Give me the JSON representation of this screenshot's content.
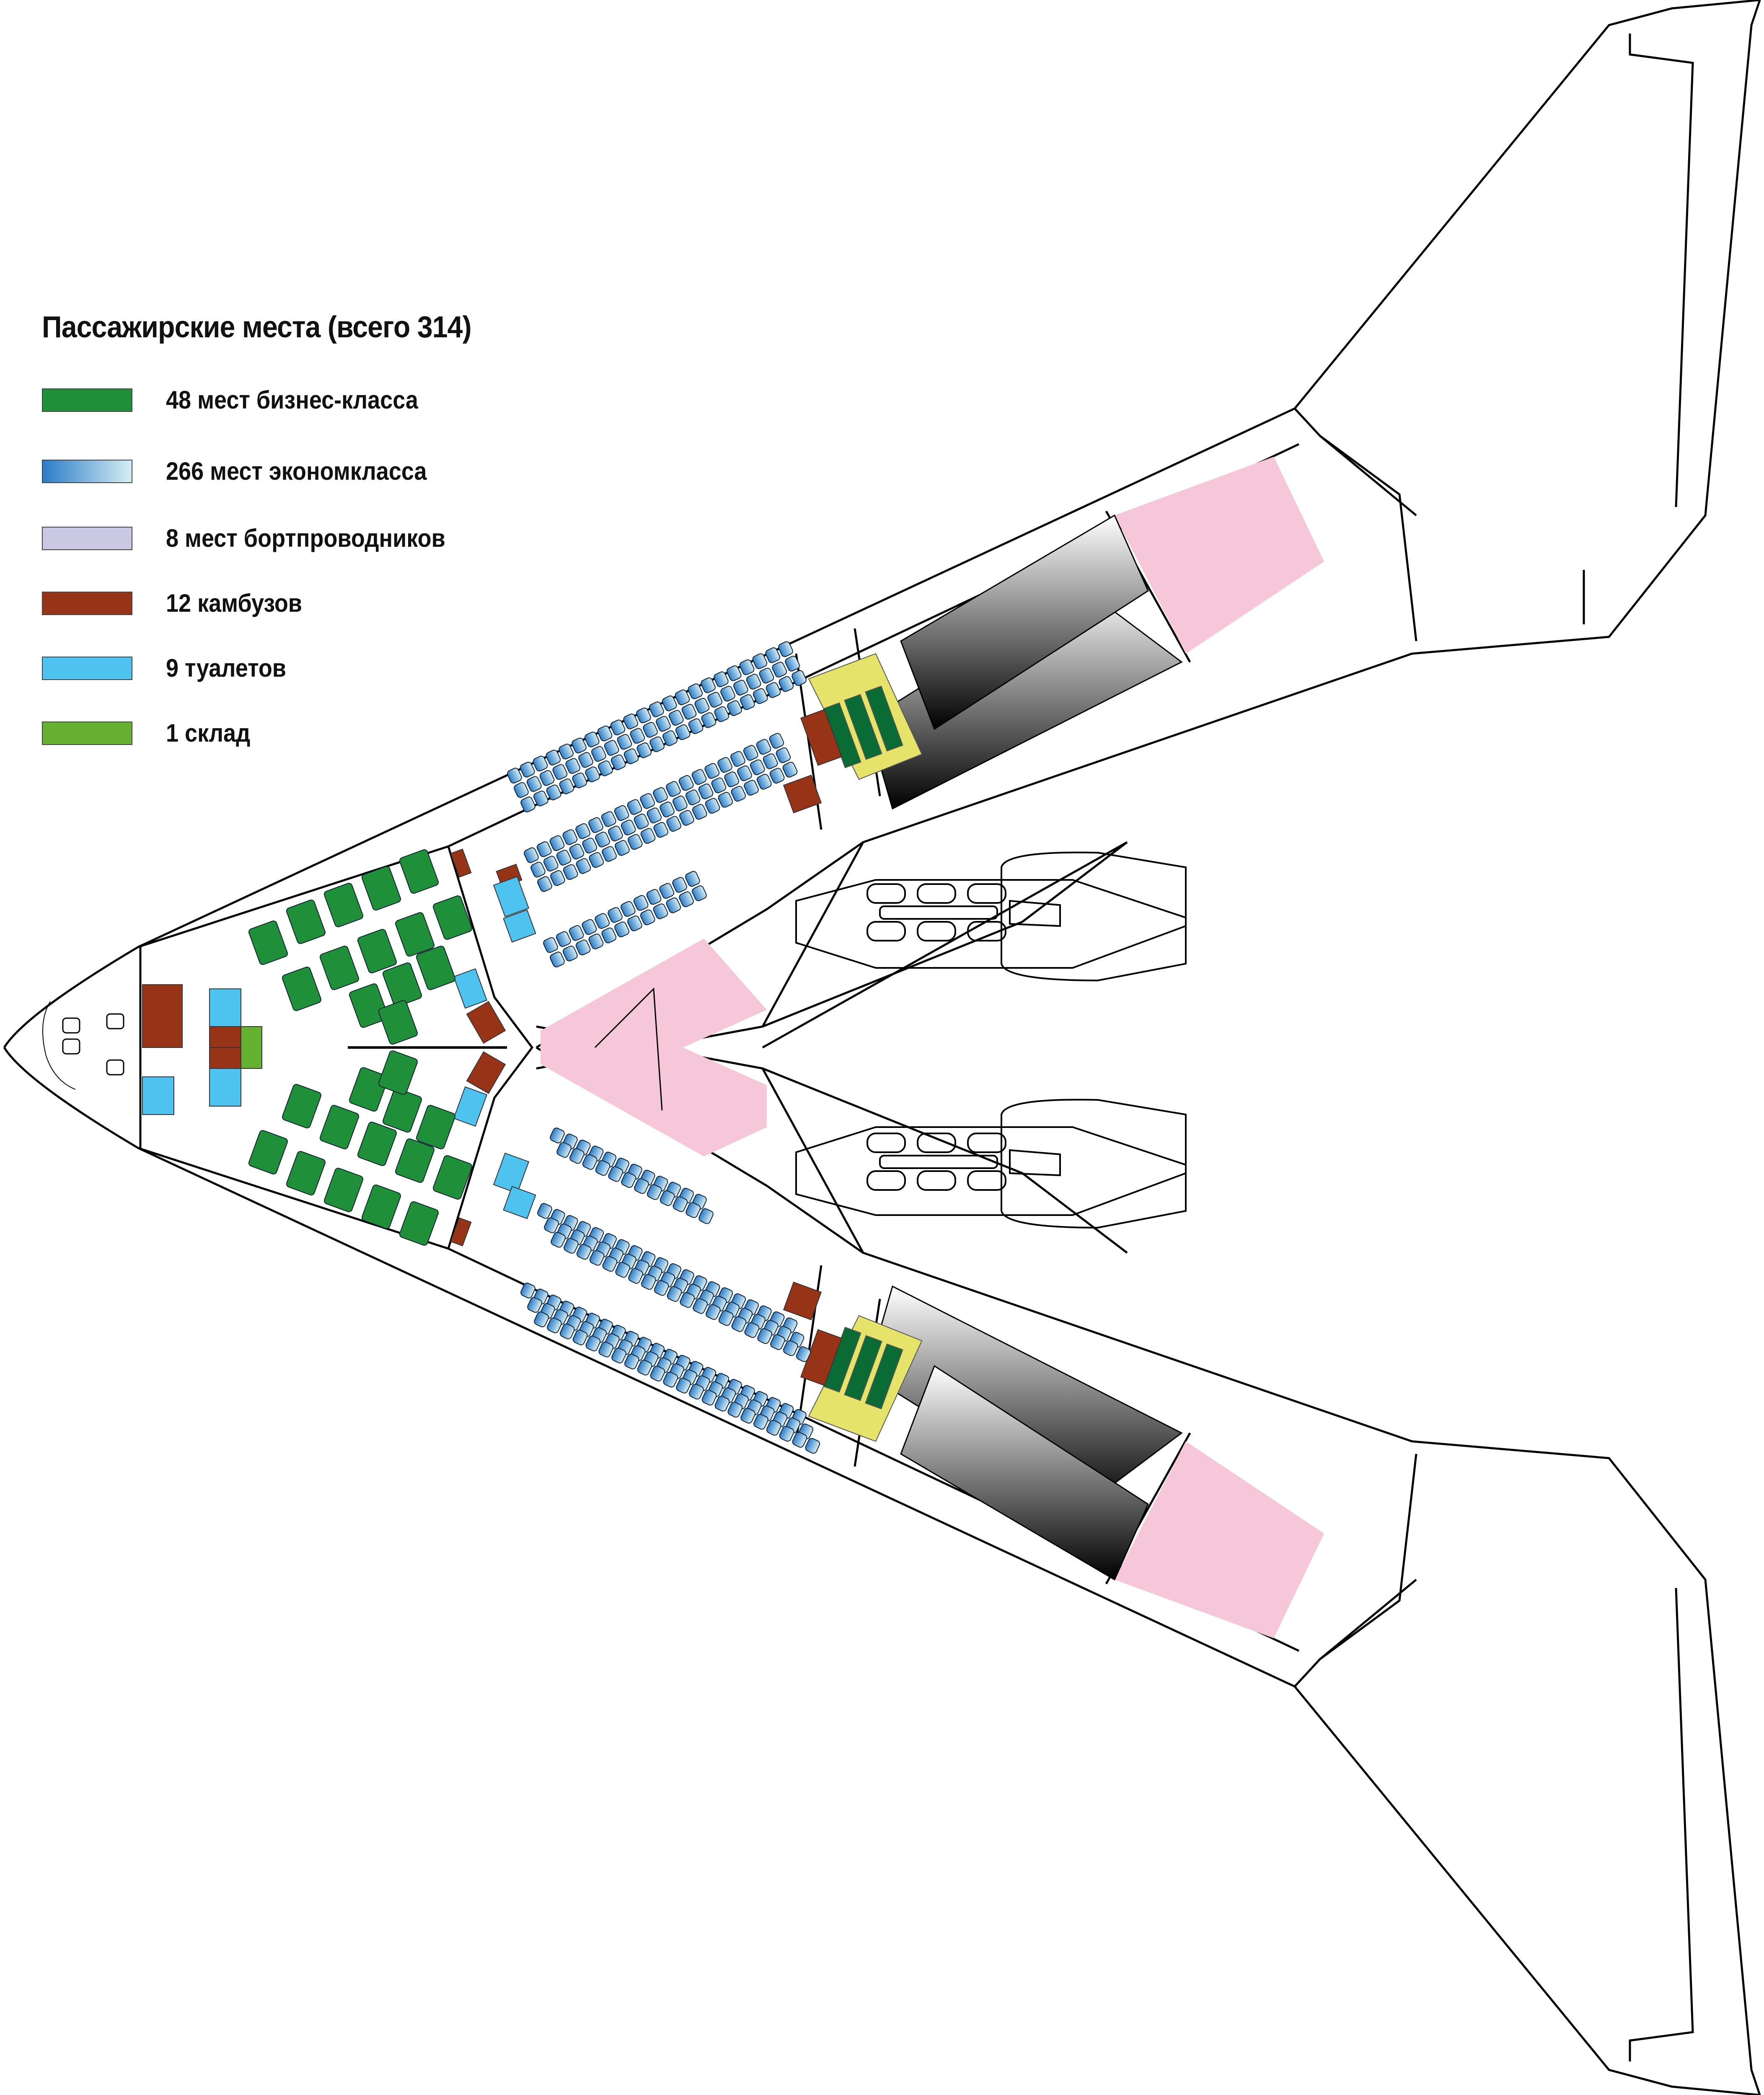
{
  "legend": {
    "title": "Пассажирские места (всего 314)",
    "items": [
      {
        "label": "48 мест бизнес-класса",
        "color": "#1f8f3a",
        "kind": "business-seat"
      },
      {
        "label": "266 мест экономкласса",
        "color": "gradient:#2a7cc7-#d6eef4",
        "kind": "economy-seat"
      },
      {
        "label": "8 мест бортпроводников",
        "color": "#cbc8e4",
        "kind": "crew-seat"
      },
      {
        "label": "12 камбузов",
        "color": "#973418",
        "kind": "galley"
      },
      {
        "label": "9 туалетов",
        "color": "#4fc3ef",
        "kind": "lavatory"
      },
      {
        "label": "1 склад",
        "color": "#66b032",
        "kind": "storage"
      }
    ]
  },
  "colors": {
    "business": "#1f8f3a",
    "economy_dark": "#2a7cc7",
    "economy_light": "#d6eef4",
    "crew": "#cbc8e4",
    "galley": "#973418",
    "lavatory": "#4fc3ef",
    "storage": "#66b032",
    "fuel_tank": "#f6c6d9",
    "cargo_hold_yellow": "#e6e36b",
    "crew_rest_green": "#0b6b35",
    "outline": "#000000"
  },
  "aircraft": {
    "type": "flying-wing passenger aircraft seating plan",
    "engines": 2,
    "cabins": [
      "nose-cockpit",
      "business-class",
      "economy-upper-wing",
      "economy-lower-wing",
      "cargo-upper-wing",
      "cargo-lower-wing"
    ]
  }
}
